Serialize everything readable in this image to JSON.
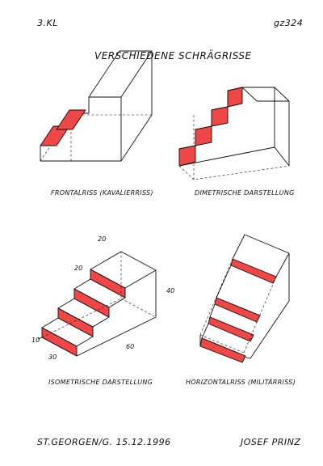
{
  "header": {
    "class_label": "3.KL",
    "sheet_code": "gz324",
    "title": "VERSCHIEDENE SCHRÄGRISSE"
  },
  "figures": [
    {
      "caption": "FRONTALRISS (KAVALIERRISS)"
    },
    {
      "caption": "DIMETRISCHE DARSTELLUNG"
    },
    {
      "caption": "ISOMETRISCHE DARSTELLUNG",
      "dims": [
        "20",
        "20",
        "40",
        "10",
        "30",
        "60"
      ]
    },
    {
      "caption": "HORIZONTALRISS (MILITÄRRISS)"
    }
  ],
  "footer": {
    "place_date": "ST.GEORGEN/G. 15.12.1996",
    "author": "JOSEF PRINZ"
  },
  "colors": {
    "riser": "#ef4646",
    "line": "#111111"
  }
}
